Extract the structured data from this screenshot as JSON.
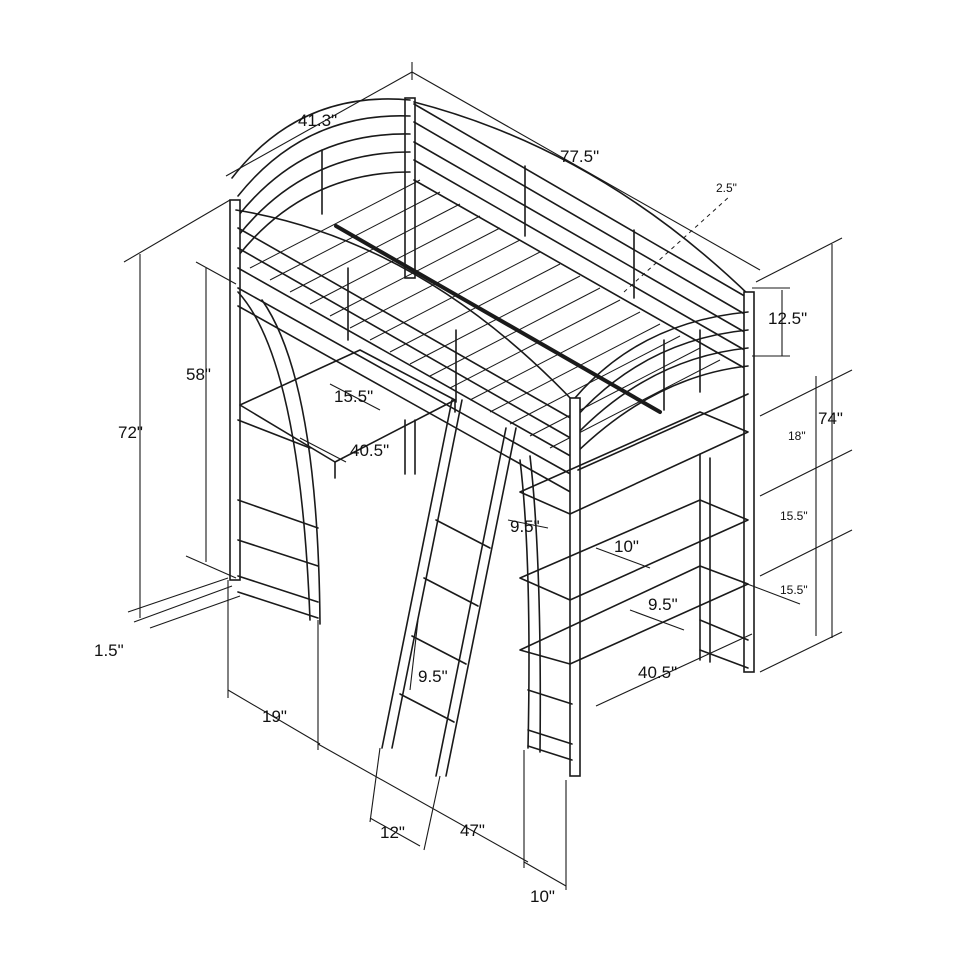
{
  "diagram": {
    "dimensions": {
      "width": "41.3\"",
      "length": "77.5\"",
      "rail_gap": "2.5\"",
      "guardrail_height": "12.5\"",
      "desk_depth_top": "15.5\"",
      "desk_length": "40.5\"",
      "under_bed_height": "58\"",
      "total_height": "72\"",
      "total_height_right": "74\"",
      "shelf_gap_1": "18\"",
      "shelf_gap_2": "15.5\"",
      "shelf_gap_3": "15.5\"",
      "shelf_depth_1": "10\"",
      "shelf_depth_2": "9.5\"",
      "shelf_length": "40.5\"",
      "ladder_offset": "9.5\"",
      "ladder_rung_gap": "9.5\"",
      "ladder_width": "12\"",
      "leg_thickness": "1.5\"",
      "frame_end_depth": "19\"",
      "ladder_position": "47\"",
      "shelf_unit_depth": "10\""
    }
  }
}
